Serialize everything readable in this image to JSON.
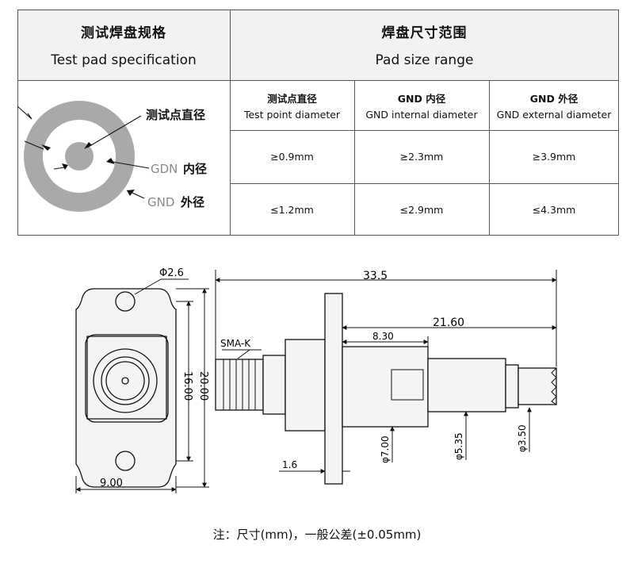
{
  "table": {
    "left_header": {
      "zh": "测试焊盘规格",
      "en": "Test pad specification"
    },
    "right_header": {
      "zh": "焊盘尺寸范围",
      "en": "Pad size range"
    },
    "columns": [
      {
        "zh": "测试点直径",
        "en": "Test point diameter"
      },
      {
        "zh": "GND 内径",
        "en": "GND internal diameter"
      },
      {
        "zh": "GND 外径",
        "en": "GND external diameter"
      }
    ],
    "rows": [
      [
        "≥0.9mm",
        "≥2.3mm",
        "≥3.9mm"
      ],
      [
        "≤1.2mm",
        "≤2.9mm",
        "≤4.3mm"
      ]
    ],
    "pad_labels": {
      "test_point": "测试点直径",
      "inner_en": "GDN",
      "inner_zh": "内径",
      "outer_en": "GND",
      "outer_zh": "外径"
    }
  },
  "drawing": {
    "dims": {
      "hole": "Φ2.6",
      "width": "9.00",
      "inner_h": "16.00",
      "outer_h": "20.00",
      "total_len": "33.5",
      "pin_len": "21.60",
      "step_len": "8.30",
      "flange_t": "1.6",
      "d1": "φ7.00",
      "d2": "φ5.35",
      "d3": "φ3.50"
    },
    "connector_label": "SMA-K"
  },
  "note": "注：尺寸(mm)，一般公差(±0.05mm)"
}
